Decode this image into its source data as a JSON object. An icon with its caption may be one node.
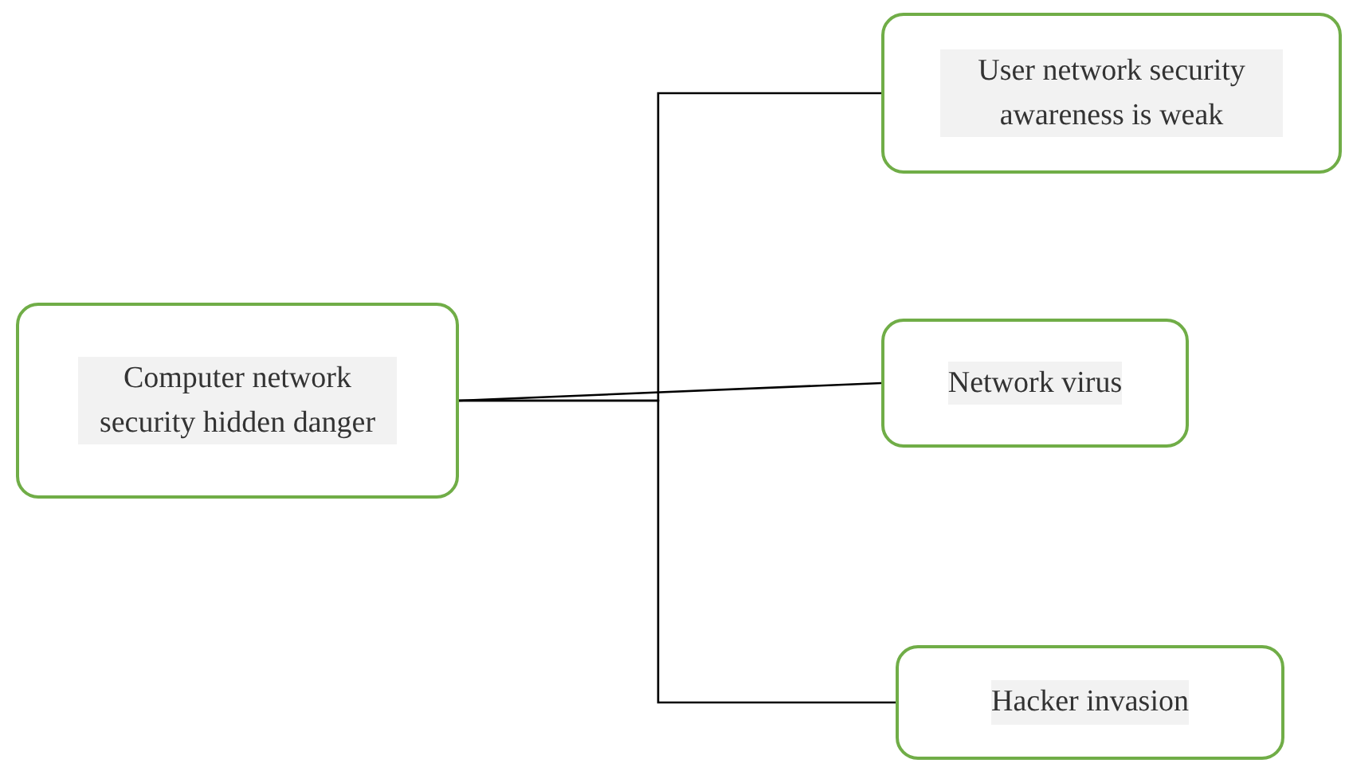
{
  "diagram": {
    "nodes": [
      {
        "text": [
          "Computer network security hidden danger"
        ]
      },
      {
        "text": [
          "User network security awareness is weak"
        ]
      },
      {
        "text": [
          "Network virus"
        ]
      },
      {
        "text": [
          "Hacker invasion"
        ]
      }
    ],
    "edges": [
      {
        "from": 0,
        "to": 1,
        "arrow": "none"
      },
      {
        "from": 0,
        "to": 2,
        "arrow": "none"
      },
      {
        "from": 0,
        "to": 3,
        "arrow": "none"
      }
    ]
  }
}
